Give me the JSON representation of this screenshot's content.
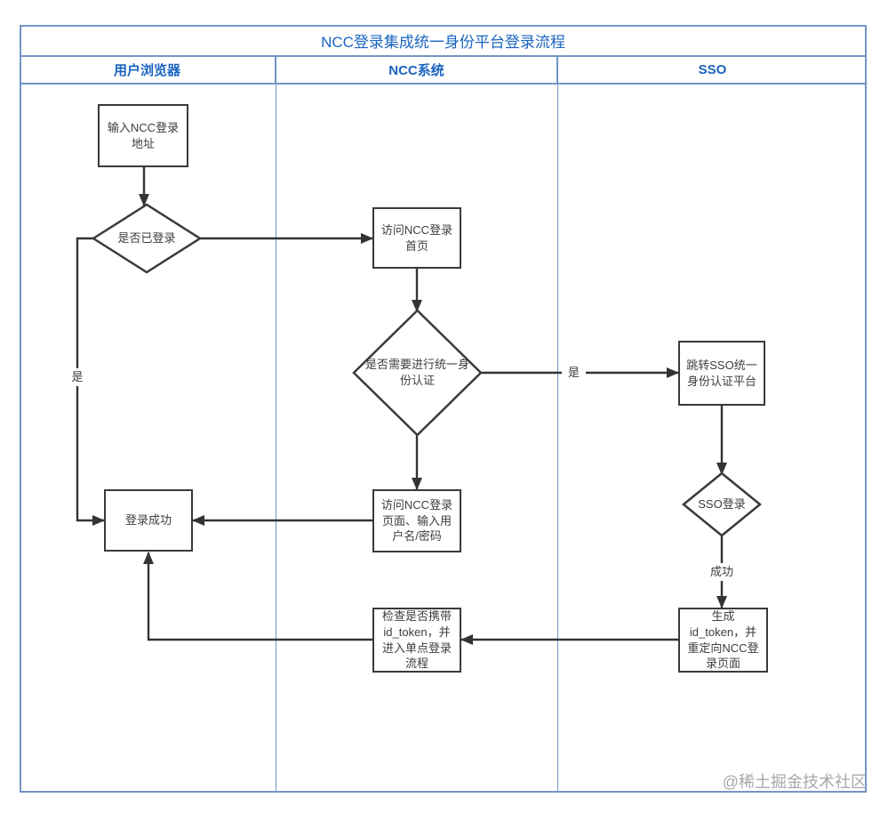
{
  "title": "NCC登录集成统一身份平台登录流程",
  "lanes": {
    "browser": "用户浏览器",
    "ncc": "NCC系统",
    "sso": "SSO"
  },
  "nodes": {
    "enter_url": "输入NCC登录地址",
    "is_logged_in": "是否已登录",
    "visit_home": "访问NCC登录首页",
    "need_auth": "是否需要进行统一身份认证",
    "jump_sso": "跳转SSO统一身份认证平台",
    "sso_login": "SSO登录",
    "gen_token": "生成id_token，并重定向NCC登录页面",
    "check_token": "检查是否携带id_token，并进入单点登录流程",
    "visit_login": "访问NCC登录页面、输入用户名/密码",
    "login_success": "登录成功"
  },
  "edge_labels": {
    "yes_left": "是",
    "yes_right": "是",
    "success": "成功"
  },
  "watermark": "@稀土掘金技术社区",
  "colors": {
    "frame_blue": "#7195c7",
    "header_text_blue": "#1a64c0",
    "shape_border": "#3a3a3a",
    "node_text": "#3d3d3d",
    "connector": "#333333",
    "watermark_gray": "#a8a8a8"
  }
}
